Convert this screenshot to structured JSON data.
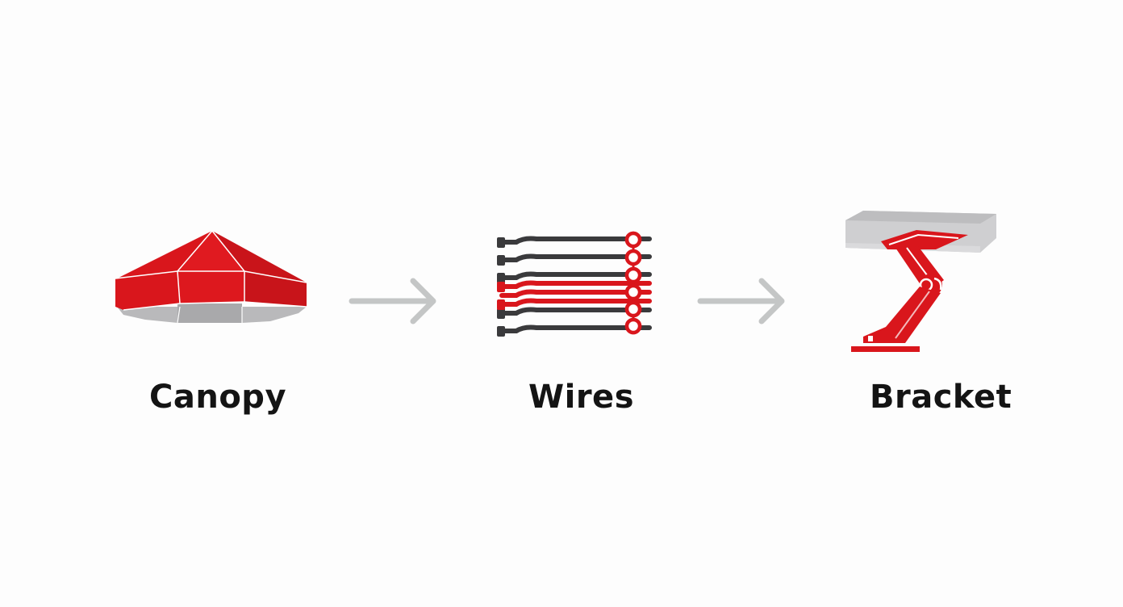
{
  "steps": [
    {
      "label": "Canopy",
      "icon": "canopy-icon"
    },
    {
      "label": "Wires",
      "icon": "wires-icon"
    },
    {
      "label": "Bracket",
      "icon": "bracket-icon"
    }
  ],
  "colors": {
    "accent_red": "#d9161c",
    "dark_gray": "#3a3a3c",
    "light_gray": "#c8c8c8",
    "arrow_gray": "#c4c6c6",
    "label_text": "#141414",
    "background": "#fdfdfd"
  }
}
